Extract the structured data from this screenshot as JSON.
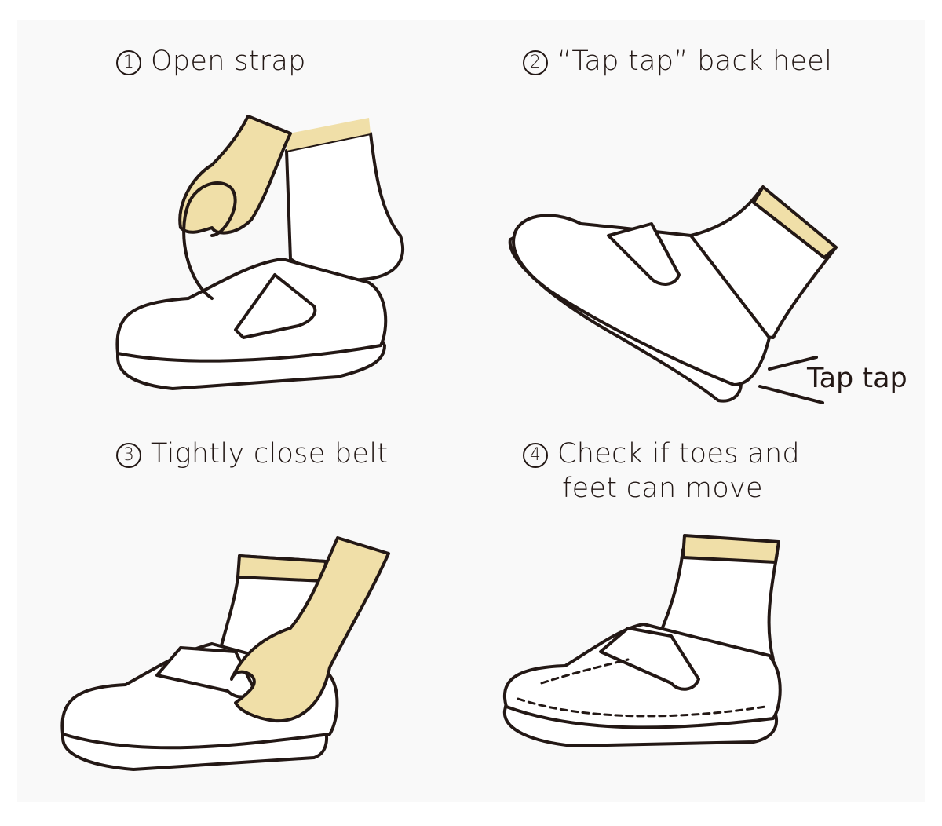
{
  "steps": [
    {
      "number": "1",
      "label": "Open strap"
    },
    {
      "number": "2",
      "label": "“Tap tap” back heel"
    },
    {
      "number": "3",
      "label": "Tightly close belt"
    },
    {
      "number": "4",
      "label": "Check if toes and",
      "label_line2": "feet can move"
    }
  ],
  "annotation": "Tap tap",
  "colors": {
    "background": "#f9f9f9",
    "skin": "#f0dfa8",
    "stroke": "#231815",
    "shoe": "#ffffff"
  }
}
